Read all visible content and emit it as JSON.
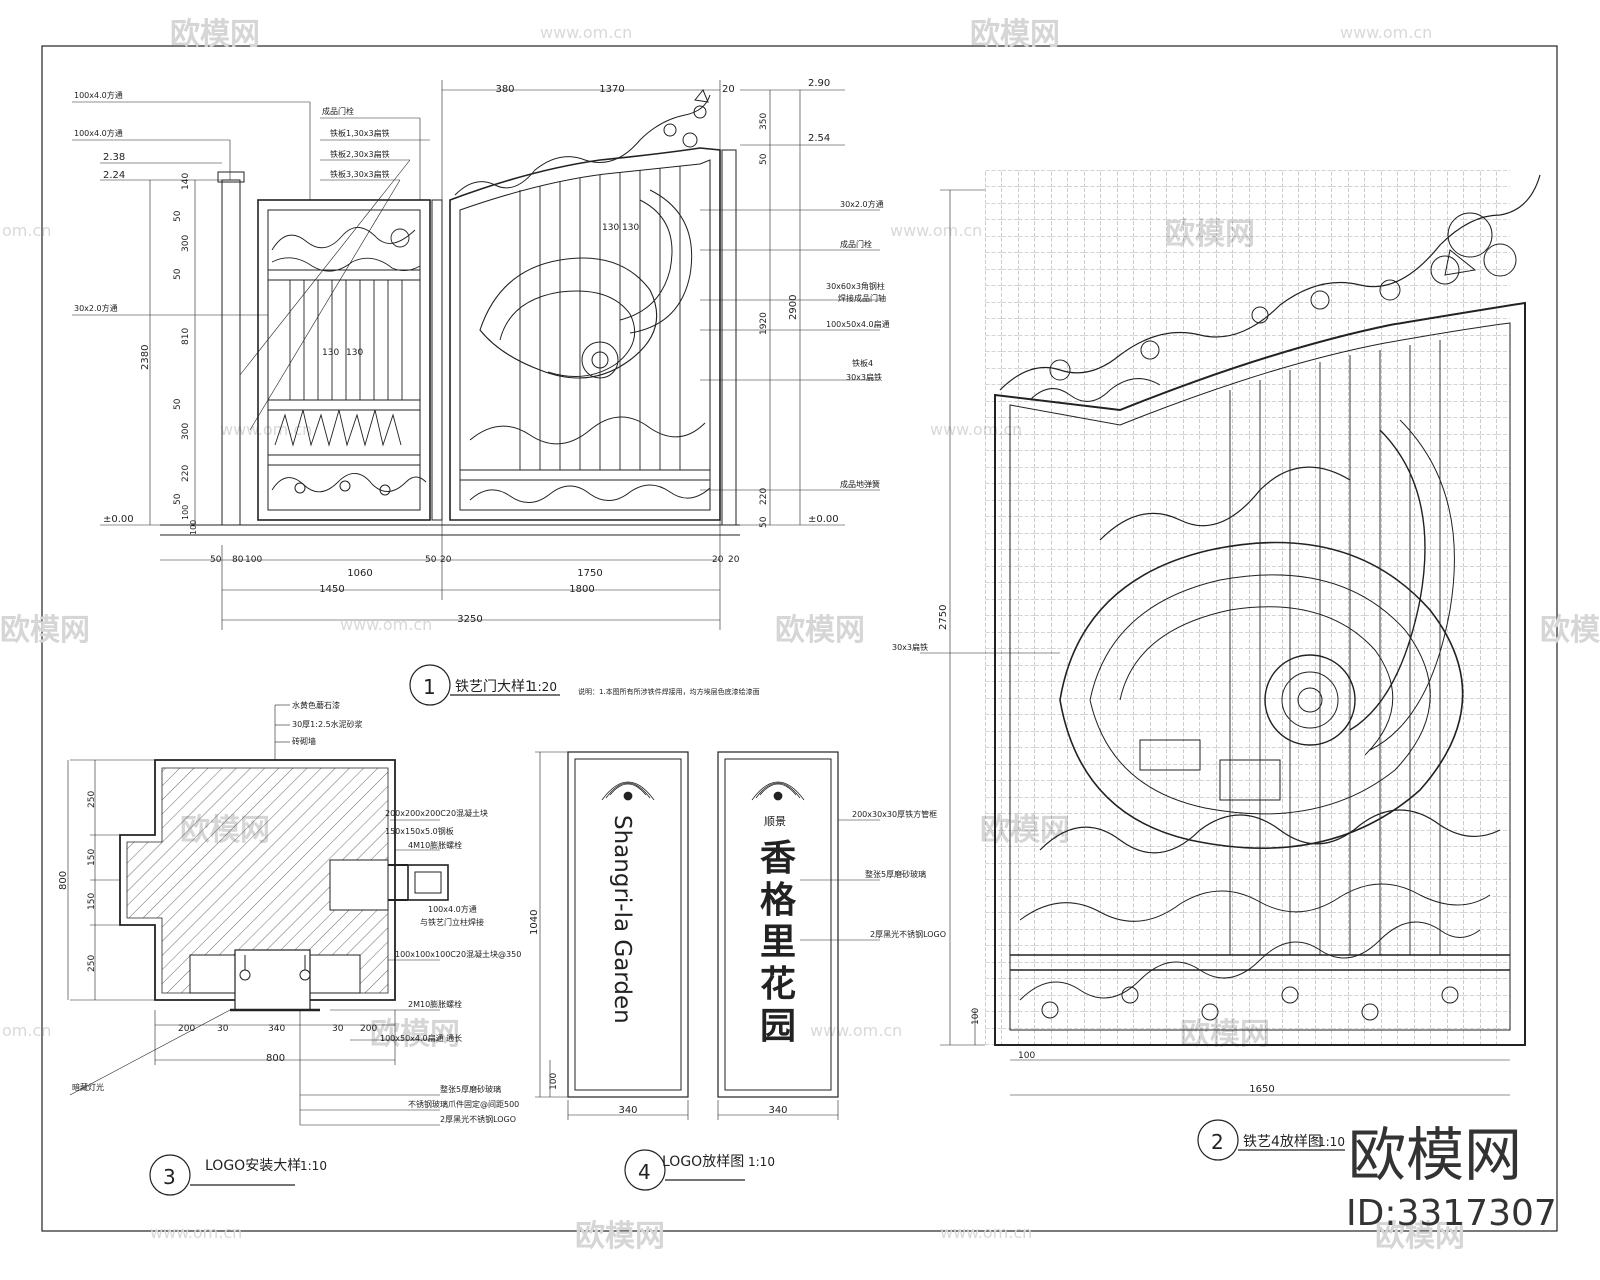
{
  "watermarks": {
    "brand": "欧模网",
    "url": "www.om.cn",
    "domain": "om.cn"
  },
  "brand_block": {
    "logo": "欧模网",
    "id_text": "ID:3317307"
  },
  "drawing1": {
    "title": "铁艺门大样1",
    "scale": "1:20",
    "number": "1",
    "note": "说明：1.本图所有所涉铁件焊接用，均方埃层色底漆绘漆面",
    "top_dims": [
      "380",
      "1370",
      "20"
    ],
    "bottom_dims": [
      "50",
      "80",
      "100",
      "1060",
      "50",
      "20",
      "1750",
      "20",
      "20"
    ],
    "overall_dims": [
      "1450",
      "1800",
      "3250"
    ],
    "left_vert_dims": [
      "140",
      "50",
      "300",
      "50",
      "810",
      "50",
      "300",
      "220",
      "50",
      "100",
      "100"
    ],
    "left_total": "2380",
    "right_vert_dims": [
      "350",
      "50",
      "1920",
      "220",
      "50"
    ],
    "right_total": "2900",
    "elevations": [
      "2.38",
      "2.24",
      "±0.00",
      "2.90",
      "2.54",
      "±0.00"
    ],
    "inner_dims": [
      "130",
      "130",
      "130",
      "130"
    ],
    "labels_left": [
      "100x4.0方通",
      "100x4.0方通",
      "30x2.0方通"
    ],
    "labels_mid": [
      "成品门栓",
      "铁板1,30x3扁铁",
      "铁板2,30x3扁铁",
      "铁板3,30x3扁铁"
    ],
    "labels_right": [
      "30x2.0方通",
      "成品门栓",
      "30x60x3角钢柱",
      "焊接成品门轴",
      "100x50x4.0扁通",
      "铁板4",
      "30x3扁铁",
      "成品地弹簧"
    ]
  },
  "drawing2": {
    "title": "铁艺4放样图",
    "scale": "1:10",
    "number": "2",
    "dims": [
      "2750",
      "100",
      "100",
      "1650"
    ],
    "label": "30x3扁铁"
  },
  "drawing3": {
    "title": "LOGO安装大样",
    "scale": "1:10",
    "number": "3",
    "vert_dims": [
      "250",
      "150",
      "150",
      "250"
    ],
    "vert_total": "800",
    "horiz_dims": [
      "200",
      "30",
      "340",
      "30",
      "200"
    ],
    "horiz_total": "800",
    "labels": [
      "水黄色蘑石漆",
      "30厚1:2.5水泥砂浆",
      "砖砌墙",
      "200x200x200C20混凝土块",
      "150x150x5.0钢板",
      "4M10膨胀螺栓",
      "100x4.0方通",
      "与铁艺门立柱焊接",
      "100x100x100C20混凝土块@350",
      "2M10膨胀螺栓",
      "100x50x4.0扁通  通长",
      "暗藏灯光",
      "整张5厚磨砂玻璃",
      "不锈钢玻璃爪件固定@间距500",
      "2厚黑光不锈钢LOGO"
    ]
  },
  "drawing4": {
    "title": "LOGO放样图",
    "scale": "1:10",
    "number": "4",
    "sign_en": "Shangri-la Garden",
    "sign_cn_small": "顺景",
    "sign_cn": [
      "香",
      "格",
      "里",
      "花",
      "园"
    ],
    "dims": [
      "1040",
      "100",
      "340",
      "340"
    ],
    "labels": [
      "200x30x30厚铁方管框",
      "整张5厚磨砂玻璃",
      "2厚黑光不锈钢LOGO"
    ]
  }
}
